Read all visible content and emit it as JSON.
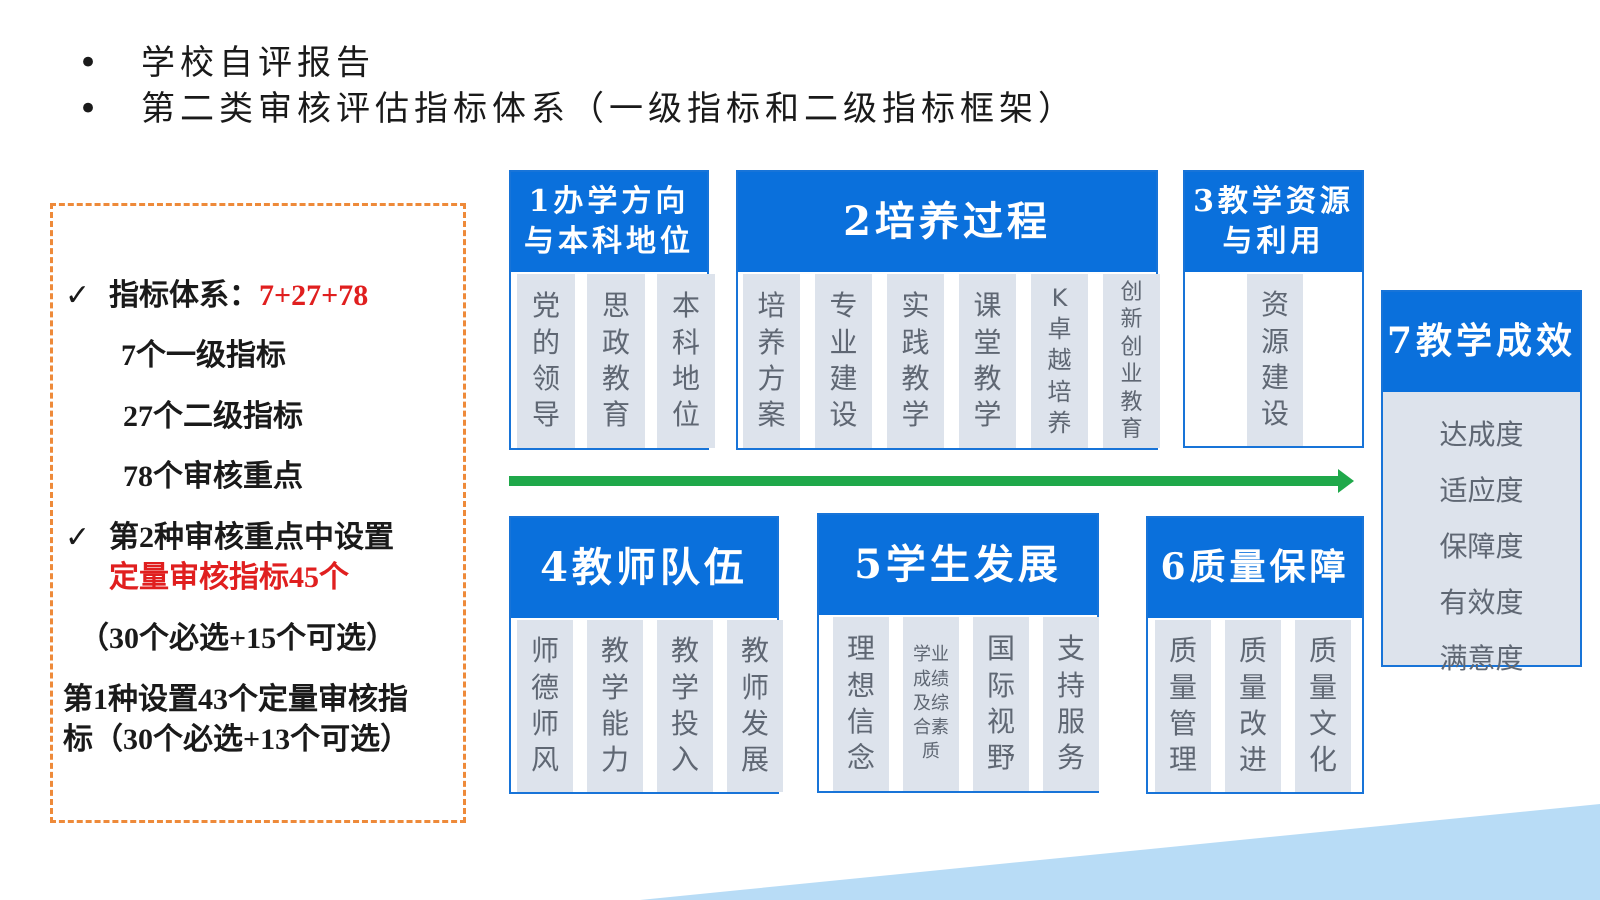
{
  "header": {
    "bullets": [
      {
        "dot": "•",
        "text": "学校自评报告"
      },
      {
        "dot": "•",
        "text": "第二类审核评估指标体系（一级指标和二级指标框架）"
      }
    ]
  },
  "left_panel": {
    "check_mark": "✓",
    "system_label": "指标体系：",
    "system_value": "7+27+78",
    "first_level": "7个一级指标",
    "second_level": "27个二级指标",
    "review_points": "78个审核重点",
    "setting2_line1": "第2种审核重点中设置",
    "setting2_line2": "定量审核指标45个",
    "setting2_line3": "（30个必选+15个可选）",
    "setting1_line1": "第1种设置43个定量审核指",
    "setting1_line2": "标（30个必选+13个可选）"
  },
  "blocks": [
    {
      "id": "b1",
      "title_lines": [
        "1办学方向",
        "与本科地位"
      ],
      "items": [
        "党的领导",
        "思政教育",
        "本科地位"
      ]
    },
    {
      "id": "b2",
      "title_lines": [
        "2培养过程"
      ],
      "items": [
        "培养方案",
        "专业建设",
        "实践教学",
        "课堂教学",
        "K卓越培养",
        "创新创业教育"
      ]
    },
    {
      "id": "b3",
      "title_lines": [
        "3教学资源",
        "与利用"
      ],
      "items": [
        "资源建设"
      ]
    },
    {
      "id": "b4",
      "title_lines": [
        "4教师队伍"
      ],
      "items": [
        "师德师风",
        "教学能力",
        "教学投入",
        "教师发展"
      ]
    },
    {
      "id": "b5",
      "title_lines": [
        "5学生发展"
      ],
      "items": [
        "理想信念",
        "学业成绩及综合素质",
        "国际视野",
        "支持服务"
      ]
    },
    {
      "id": "b6",
      "title_lines": [
        "6质量保障"
      ],
      "items": [
        "质量管理",
        "质量改进",
        "质量文化"
      ]
    },
    {
      "id": "b7",
      "title_lines": [
        "7教学成效"
      ],
      "items": [
        "达成度",
        "适应度",
        "保障度",
        "有效度",
        "满意度"
      ]
    }
  ],
  "colors": {
    "header_blue": "#0a70dc",
    "border_blue": "#1874d8",
    "column_gray": "#dde3ec",
    "arrow_green": "#1fa84a",
    "accent_red": "#e01f1f",
    "dashed_orange": "#ee8a3a",
    "wave_blue": "#b8dcf6"
  }
}
